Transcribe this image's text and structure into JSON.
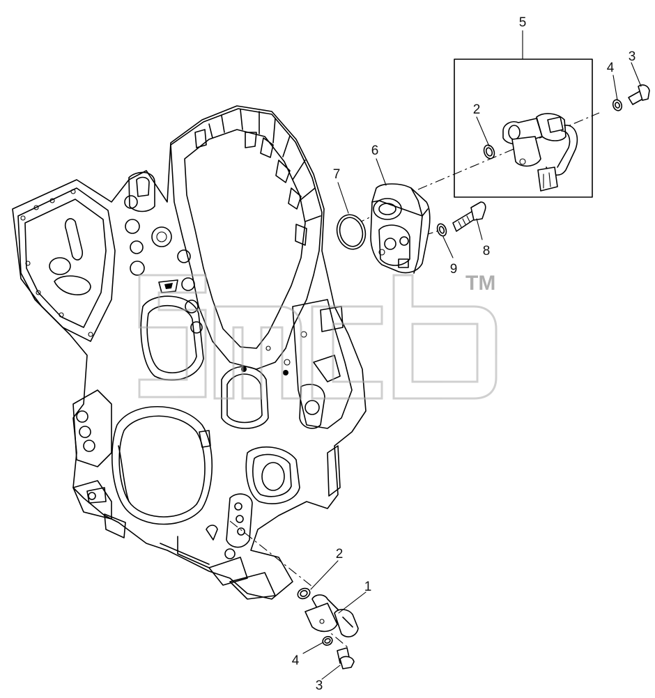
{
  "callouts": {
    "c1": "1",
    "c2_bottom": "2",
    "c3_bottom": "3",
    "c4_bottom": "4",
    "c2_top": "2",
    "c3_top": "3",
    "c4_top": "4",
    "c5": "5",
    "c6": "6",
    "c7": "7",
    "c8": "8",
    "c9": "9"
  },
  "watermark": {
    "trademark": "TM"
  },
  "colors": {
    "line": "#000000",
    "background": "#ffffff",
    "watermark": "#a9a9a9"
  }
}
